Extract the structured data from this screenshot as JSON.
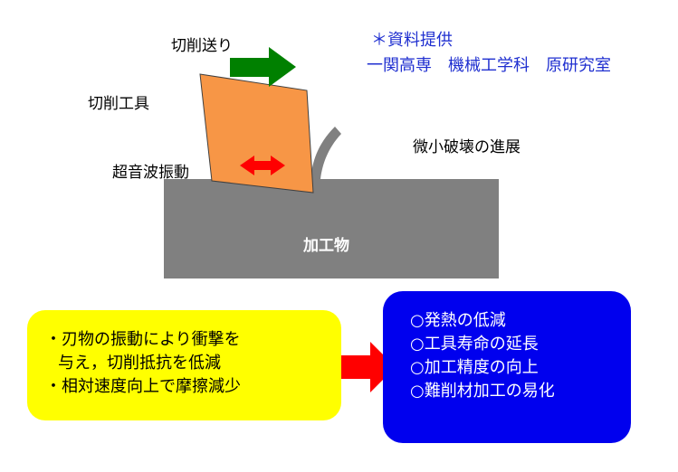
{
  "credit": {
    "line1": "＊資料提供",
    "line2": "一関高専　機械工学科　原研究室"
  },
  "labels": {
    "feed": "切削送り",
    "tool": "切削工具",
    "ultrasonic": "超音波振動",
    "crack": "微小破壊の進展",
    "workpiece": "加工物"
  },
  "mechanism": {
    "items": [
      "・刃物の振動により衝撃を",
      "与え，切削抵抗を低減",
      "・相対速度向上で摩擦減少"
    ]
  },
  "benefits": {
    "items": [
      "○発熱の低減",
      "○工具寿命の延長",
      "○加工精度の向上",
      "○難削材加工の易化"
    ]
  },
  "colors": {
    "tool": "#f79646",
    "feed_arrow": "#008000",
    "vibration_arrow": "#ff0000",
    "workpiece": "#808080",
    "mechanism_box": "#ffff00",
    "benefit_box": "#0000ee",
    "credit_text": "#1f2fd0"
  }
}
